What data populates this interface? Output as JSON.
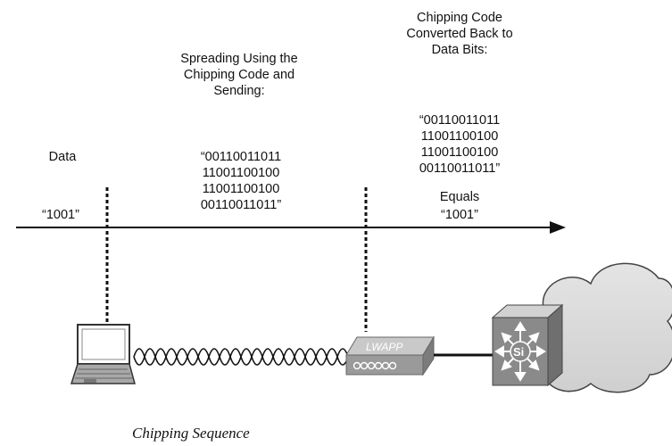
{
  "labels": {
    "data_heading": "Data",
    "data_value": "“1001”",
    "spreading_heading": "Spreading Using the\nChipping Code and\nSending:",
    "spreading_code": "“00110011011\n11001100100\n11001100100\n00110011011”",
    "converted_heading": "Chipping Code\nConverted Back to\nData Bits:",
    "converted_code": "“00110011011\n11001100100\n11001100100\n00110011011”",
    "equals": "Equals",
    "result_value": "“1001”",
    "ap_label": "LWAPP",
    "switch_label": "Si",
    "caption": "Chipping Sequence"
  },
  "icons": [
    "laptop-icon",
    "access-point-icon",
    "multilayer-switch-icon",
    "cloud-icon"
  ],
  "colors": {
    "line": "#111111",
    "device_gray": "#8a8a8a",
    "device_light": "#d2d2d2",
    "cloud_fill": "#dcdcdc"
  }
}
